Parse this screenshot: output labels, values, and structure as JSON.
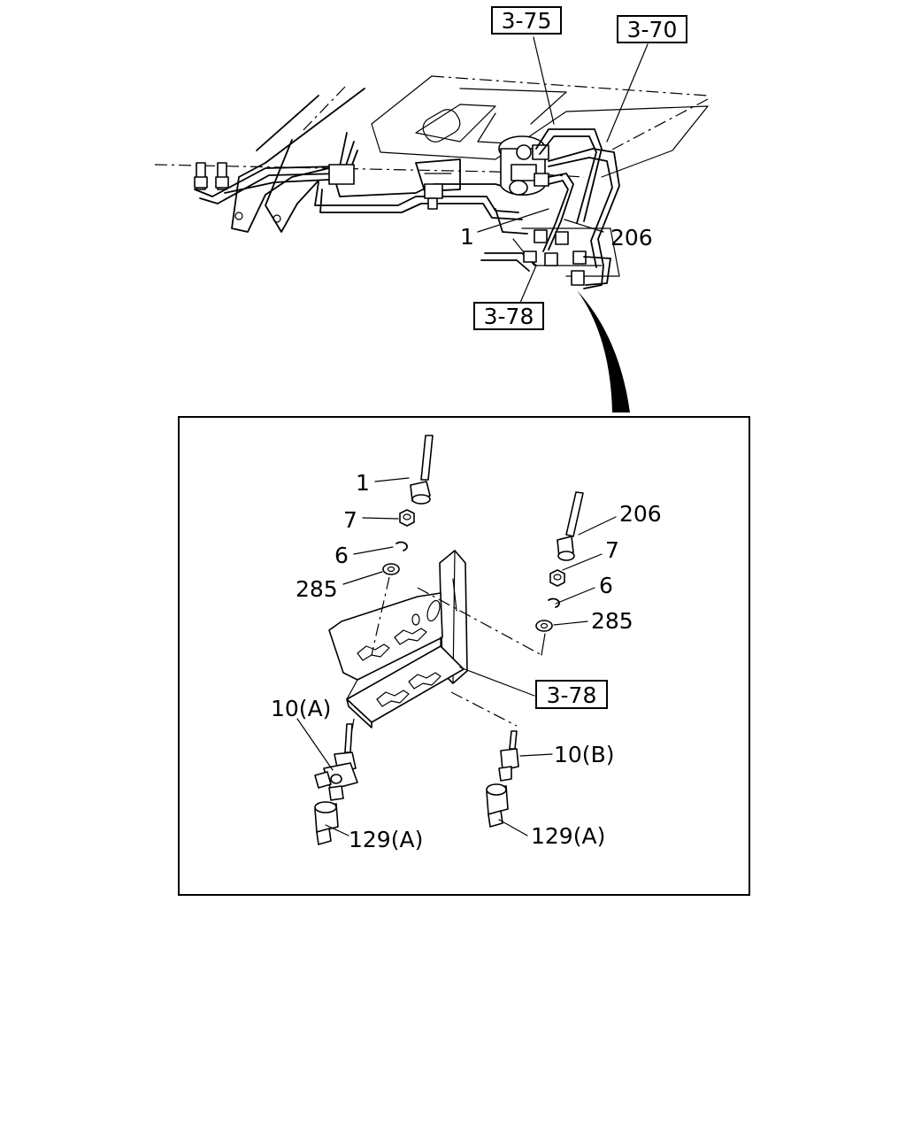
{
  "refs": {
    "r_3_75": "3-75",
    "r_3_70": "3-70",
    "r_3_78_top": "3-78",
    "r_3_78_detail": "3-78"
  },
  "parts": {
    "p1_top": "1",
    "p206_top": "206",
    "p1": "1",
    "p7_left": "7",
    "p6_left": "6",
    "p285_left": "285",
    "p206": "206",
    "p7_right": "7",
    "p6_right": "6",
    "p285_right": "285",
    "p10a": "10(A)",
    "p10b": "10(B)",
    "p129a_left": "129(A)",
    "p129a_right": "129(A)"
  }
}
